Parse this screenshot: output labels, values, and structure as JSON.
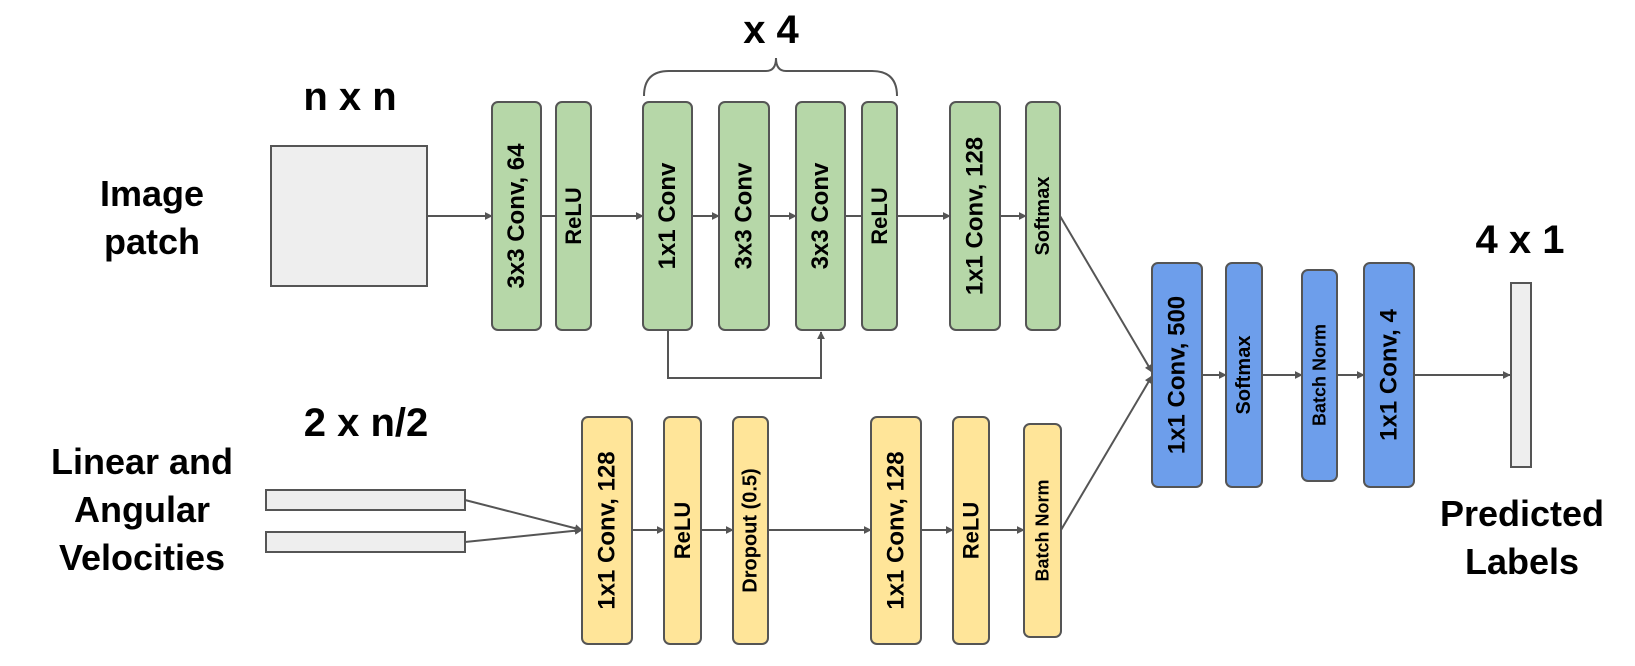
{
  "labels": {
    "image_patch_line1": "Image",
    "image_patch_line2": "patch",
    "n_x_n": "n x n",
    "x4": "x 4",
    "velocities_line1": "Linear and",
    "velocities_line2": "Angular",
    "velocities_line3": "Velocities",
    "two_x_n2": "2 x n/2",
    "four_x_1": "4 x 1",
    "predicted_line1": "Predicted",
    "predicted_line2": "Labels"
  },
  "blocks": {
    "conv3x3_64": "3x3 Conv, 64",
    "relu_a": "ReLU",
    "conv1x1_a": "1x1 Conv",
    "conv3x3_a": "3x3 Conv",
    "conv3x3_b": "3x3 Conv",
    "relu_b": "ReLU",
    "conv1x1_128_a": "1x1 Conv, 128",
    "softmax_a": "Softmax",
    "conv1x1_128_b": "1x1 Conv, 128",
    "relu_c": "ReLU",
    "dropout": "Dropout (0.5)",
    "conv1x1_128_c": "1x1 Conv, 128",
    "relu_d": "ReLU",
    "batchnorm_a": "Batch Norm",
    "conv1x1_500": "1x1 Conv, 500",
    "softmax_b": "Softmax",
    "batchnorm_b": "Batch Norm",
    "conv1x1_4": "1x1 Conv, 4"
  },
  "colors": {
    "green_fill": "#b6d7a8",
    "yellow_fill": "#ffe599",
    "blue_fill": "#6d9eeb",
    "input_fill": "#eeeeee",
    "stroke": "#555555"
  }
}
